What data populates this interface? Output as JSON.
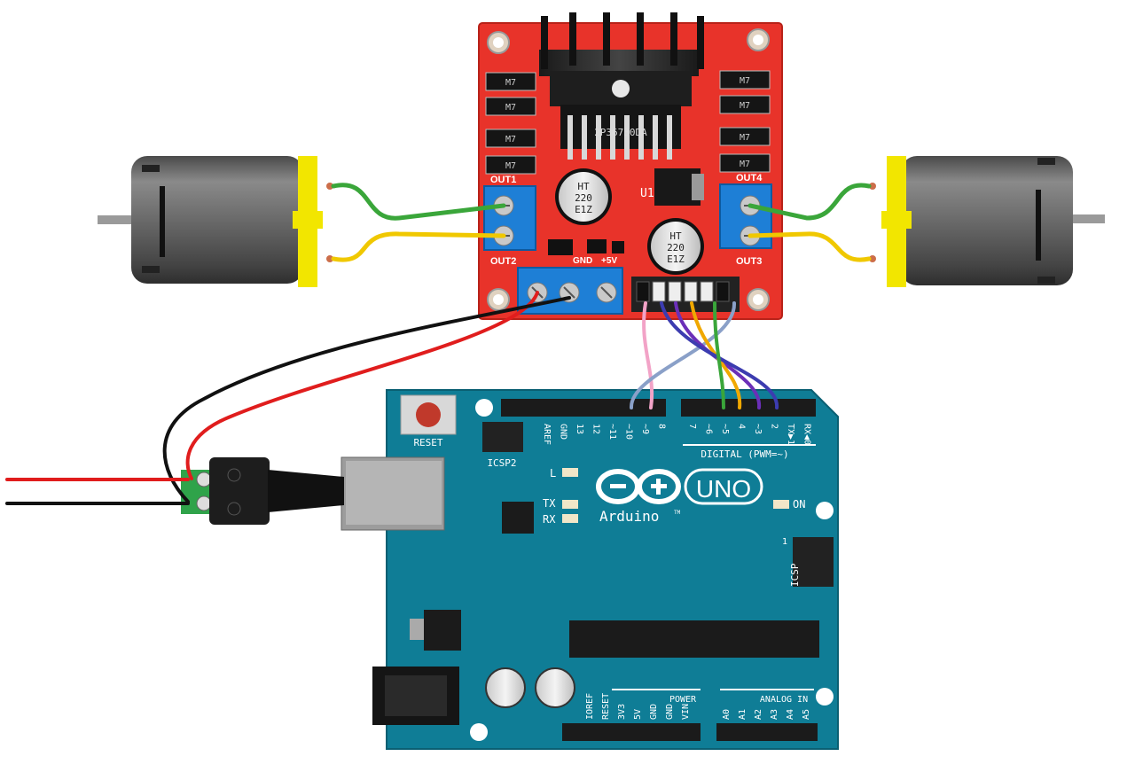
{
  "l298n": {
    "chip_text": "2P36730DA",
    "out1": "OUT1",
    "out2": "OUT2",
    "out3": "OUT3",
    "out4": "OUT4",
    "gnd": "GND",
    "v5": "+5V",
    "diode": "M7",
    "cap_text": "HT 220 E1Z",
    "cap_text_line1": "HT",
    "cap_text_line2": "220",
    "cap_text_line3": "E1Z",
    "reg_label": "U1"
  },
  "arduino": {
    "reset": "RESET",
    "icsp2": "ICSP2",
    "icsp": "ICSP",
    "icsp_pin1": "1",
    "model": "UNO",
    "brand": "Arduino",
    "tm": "TM",
    "digital": "DIGITAL (PWM=~)",
    "on": "ON",
    "led_l": "L",
    "led_tx": "TX",
    "led_rx": "RX",
    "power": "POWER",
    "analog_in": "ANALOG IN",
    "digital_pins_left": [
      "AREF",
      "GND",
      "13",
      "12",
      "~11",
      "~10",
      "~9",
      "8"
    ],
    "digital_pins_right": [
      "7",
      "~6",
      "~5",
      "4",
      "~3",
      "2",
      "TX▶1",
      "RX◀0"
    ],
    "power_pins": [
      "IOREF",
      "RESET",
      "3V3",
      "5V",
      "GND",
      "GND",
      "VIN"
    ],
    "analog_pins": [
      "A0",
      "A1",
      "A2",
      "A3",
      "A4",
      "A5"
    ]
  },
  "colors": {
    "board_red": "#e8332a",
    "arduino_teal": "#0f7d96",
    "terminal_blue": "#1e7fd6",
    "motor_gray": "#6a6a6a",
    "motor_yellow": "#f2e600",
    "wire_green": "#3aa63a",
    "wire_yellow": "#f0c800",
    "wire_red": "#e01d1d",
    "wire_black": "#111111",
    "wire_pink": "#f2a3c7",
    "wire_steelblue": "#8aa0c8",
    "wire_purple": "#6b2fb8",
    "wire_orange": "#f0a800",
    "wire_indigo": "#3c3cb0"
  }
}
